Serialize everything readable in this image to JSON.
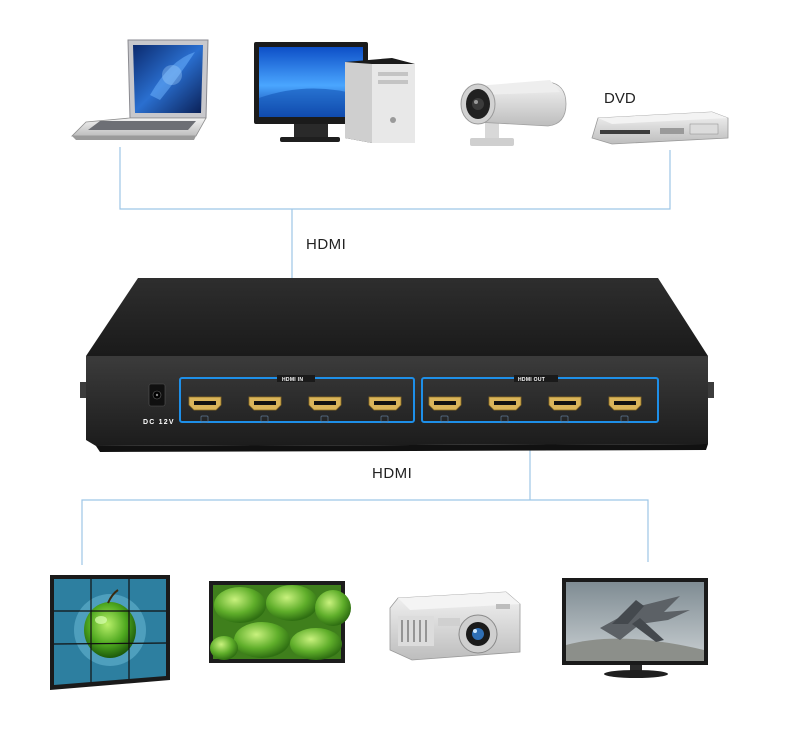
{
  "labels": {
    "dvd": "DVD",
    "hdmi_top": "HDMI",
    "hdmi_bottom": "HDMI",
    "dc": "DC 12V",
    "hdmi_in": "HDMI IN",
    "hdmi_out": "HDMI OUT"
  },
  "sources": [
    "laptop",
    "desktop-computer",
    "security-camera",
    "dvd-player"
  ],
  "displays": [
    "video-wall",
    "lcd-monitor",
    "projector",
    "flat-tv"
  ],
  "colors": {
    "connector_line": "#9ec6e6",
    "port_highlight": "#1e8fe8",
    "device_body": "#2a2a2a",
    "hdmi_gold": "#d9b45a"
  }
}
